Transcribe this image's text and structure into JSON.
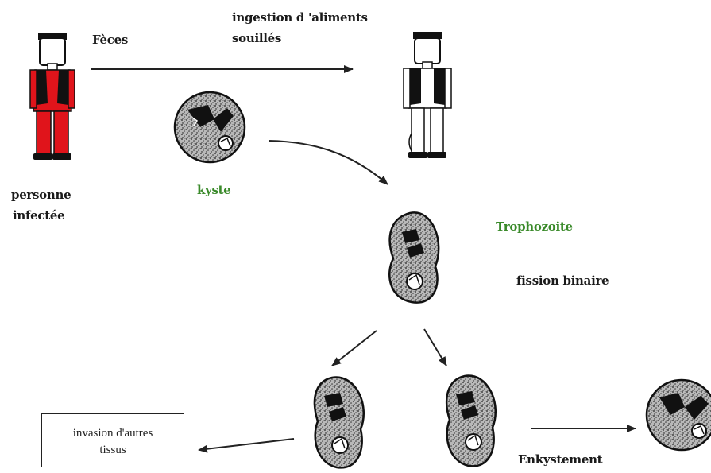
{
  "labels": {
    "feces": "Fèces",
    "ingestion_line1": "ingestion d 'aliments",
    "ingestion_line2": "souillés",
    "infected_line1": "personne",
    "infected_line2": "infectée",
    "cyst": "kyste",
    "trophozoite": "Trophozoite",
    "binary_fission": "fission binaire",
    "encystment": "Enkystement"
  },
  "invasion_box": {
    "line1": "invasion d'autres",
    "line2": "tissus"
  },
  "colors": {
    "infected_person_body": "#e0141b",
    "healthy_person_body": "#ffffff",
    "label_green": "#3a8a2a",
    "arrow": "#222222"
  }
}
